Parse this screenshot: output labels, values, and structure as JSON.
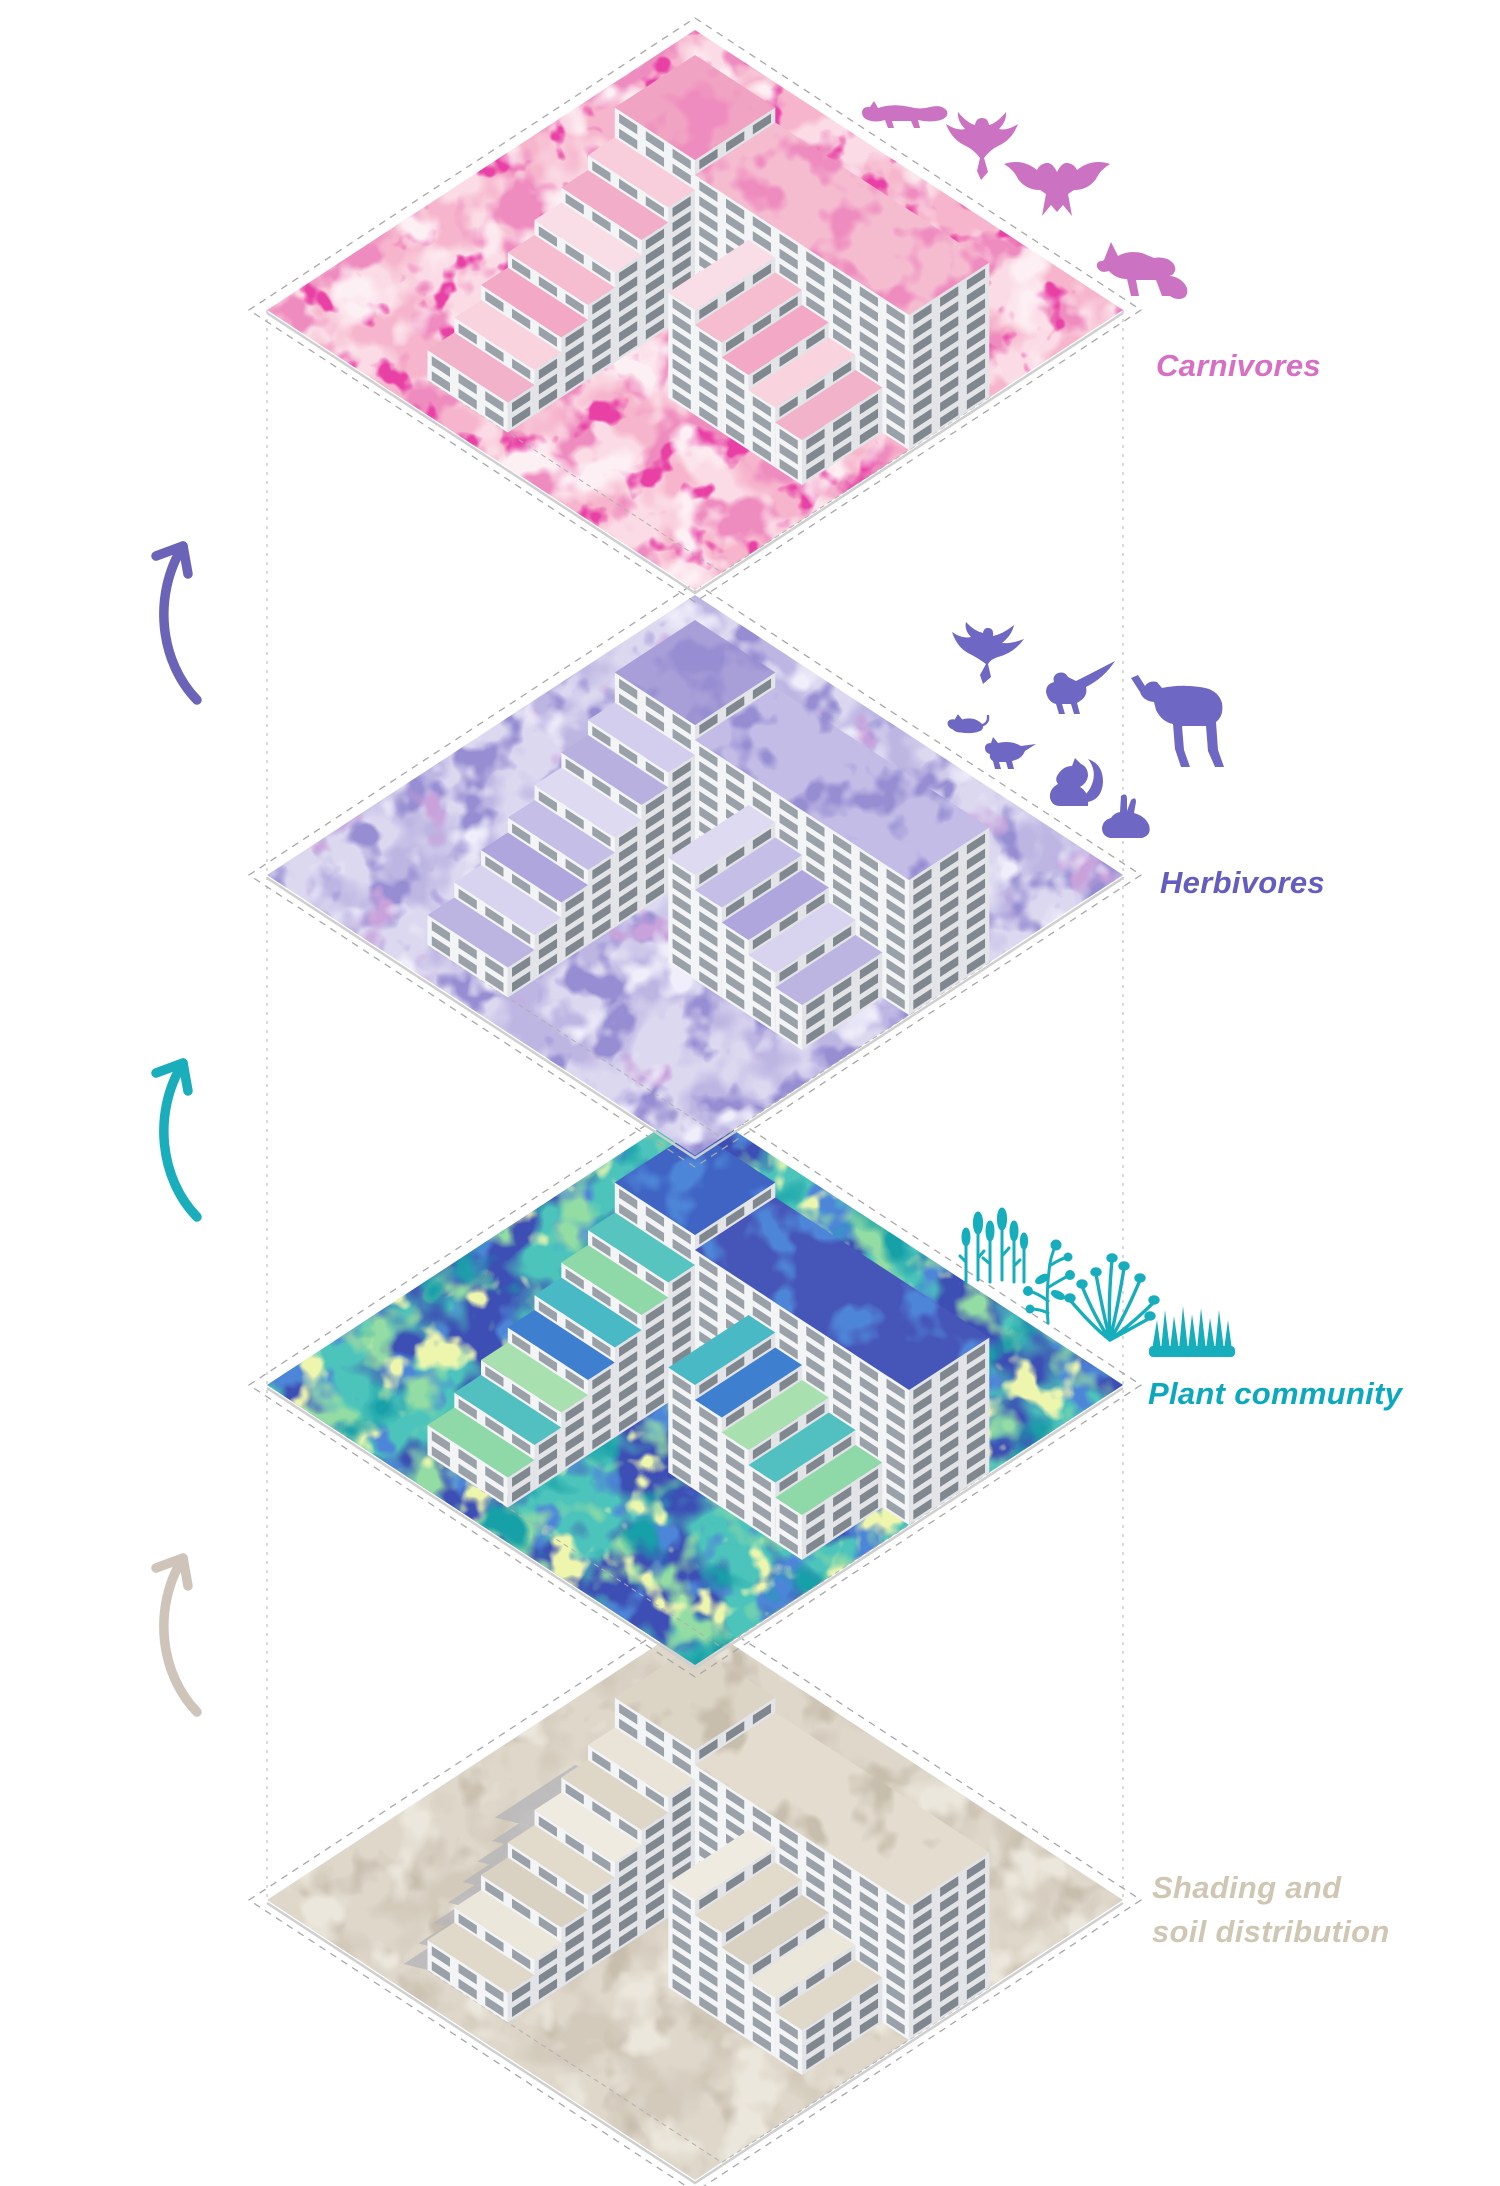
{
  "layers": [
    {
      "id": "carnivores",
      "label": "Carnivores",
      "label_color": "#d76fc5",
      "silhouette_color": "#cb72c2",
      "ground_base": "#fbdce6",
      "ground_patches": [
        "#f6b5cc",
        "#ef8cbf",
        "#e83fa5",
        "#fdf0f4"
      ],
      "terraces": {
        "core": "#f0a3c2",
        "slab": "#f5bcd0",
        "steps": [
          "#f8cedc",
          "#f2adc8",
          "#fadee7",
          "#f6bccf",
          "#f3a9c6",
          "#f9d4df",
          "#f1b2ca"
        ]
      },
      "icons": [
        "weasel-icon",
        "owl-icon",
        "red-kite-icon",
        "fox-icon"
      ]
    },
    {
      "id": "herbivores",
      "label": "Herbivores",
      "label_color": "#655cc0",
      "silhouette_color": "#6f67c4",
      "ground_base": "#dcd8f0",
      "ground_patches": [
        "#bdb6e3",
        "#968dd2",
        "#c9a2db",
        "#efeefa"
      ],
      "terraces": {
        "core": "#a89fd8",
        "slab": "#c2bce6",
        "steps": [
          "#d3ceee",
          "#b8b1e0",
          "#dddaf2",
          "#c5bfe8",
          "#aea6dc",
          "#d8d4f0",
          "#bcb5e2"
        ]
      },
      "icons": [
        "dove-icon",
        "pheasant-icon",
        "mouse-icon",
        "blackbird-icon",
        "squirrel-icon",
        "rabbit-icon",
        "deer-icon"
      ]
    },
    {
      "id": "plant-community",
      "label": "Plant community",
      "label_color": "#0ba9bd",
      "silhouette_color": "#16aebc",
      "ground_base": "#4cc4bb",
      "ground_patches": [
        "#3c4fb4",
        "#4e86d8",
        "#93dca4",
        "#eef6ae",
        "#17a0a8"
      ],
      "terraces": {
        "core": "#3f64c4",
        "slab": "#4656b8",
        "steps": [
          "#58c4c0",
          "#8fd8a8",
          "#49b9c6",
          "#3e7fd0",
          "#a8e0b0",
          "#52c0c0",
          "#8fd8a8"
        ]
      },
      "icons": [
        "lavender-icon",
        "wildflower-icon",
        "shrub-icon",
        "grass-tuft-icon"
      ]
    },
    {
      "id": "shading",
      "label": "Shading and soil distribution",
      "label_lines": [
        "Shading and",
        "soil distribution"
      ],
      "label_color": "#cfc6b3",
      "silhouette_color": "#cfc6b3",
      "ground_base": "#ded7ca",
      "ground_patches": [
        "#d3cabb",
        "#c8beae",
        "#ece7dc"
      ],
      "terraces": {
        "core": "#dcd4c4",
        "slab": "#e4ddcf",
        "steps": [
          "#eae4d8",
          "#ded7c8",
          "#efebe0",
          "#e2dbcc",
          "#d9d1c1",
          "#ece7db",
          "#e0d9ca"
        ]
      },
      "icons": []
    }
  ],
  "arrows": [
    {
      "id": "to-carnivores",
      "color": "#6a63b8"
    },
    {
      "id": "to-herbivores",
      "color": "#1aaebc"
    },
    {
      "id": "to-plant-community",
      "color": "#cfc4ba"
    }
  ],
  "building": {
    "facade_light": "#f3f4f5",
    "facade_dark": "#e2e4e7",
    "window_light": "#9aa1a8",
    "window_dark": "#80878f",
    "tower_floors": 10,
    "slab_floors": 9,
    "left_steps": 7,
    "mid_steps": 5
  },
  "shadow_color": "#b7b6ba",
  "guide_color": "#c2c2c2"
}
